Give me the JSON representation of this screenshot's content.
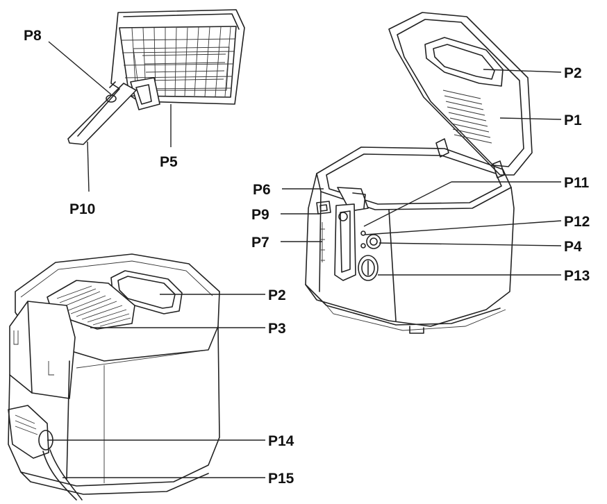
{
  "labels": {
    "p1": "P1",
    "p2_top": "P2",
    "p2_bottom": "P2",
    "p3": "P3",
    "p4": "P4",
    "p5": "P5",
    "p6": "P6",
    "p7": "P7",
    "p8": "P8",
    "p9": "P9",
    "p10": "P10",
    "p11": "P11",
    "p12": "P12",
    "p13": "P13",
    "p14": "P14",
    "p15": "P15"
  },
  "icons": [
    "frying-basket-icon",
    "open-lid-fryer-icon",
    "closed-lid-fryer-icon"
  ],
  "colors": {
    "line": "#222222",
    "background": "#ffffff"
  }
}
